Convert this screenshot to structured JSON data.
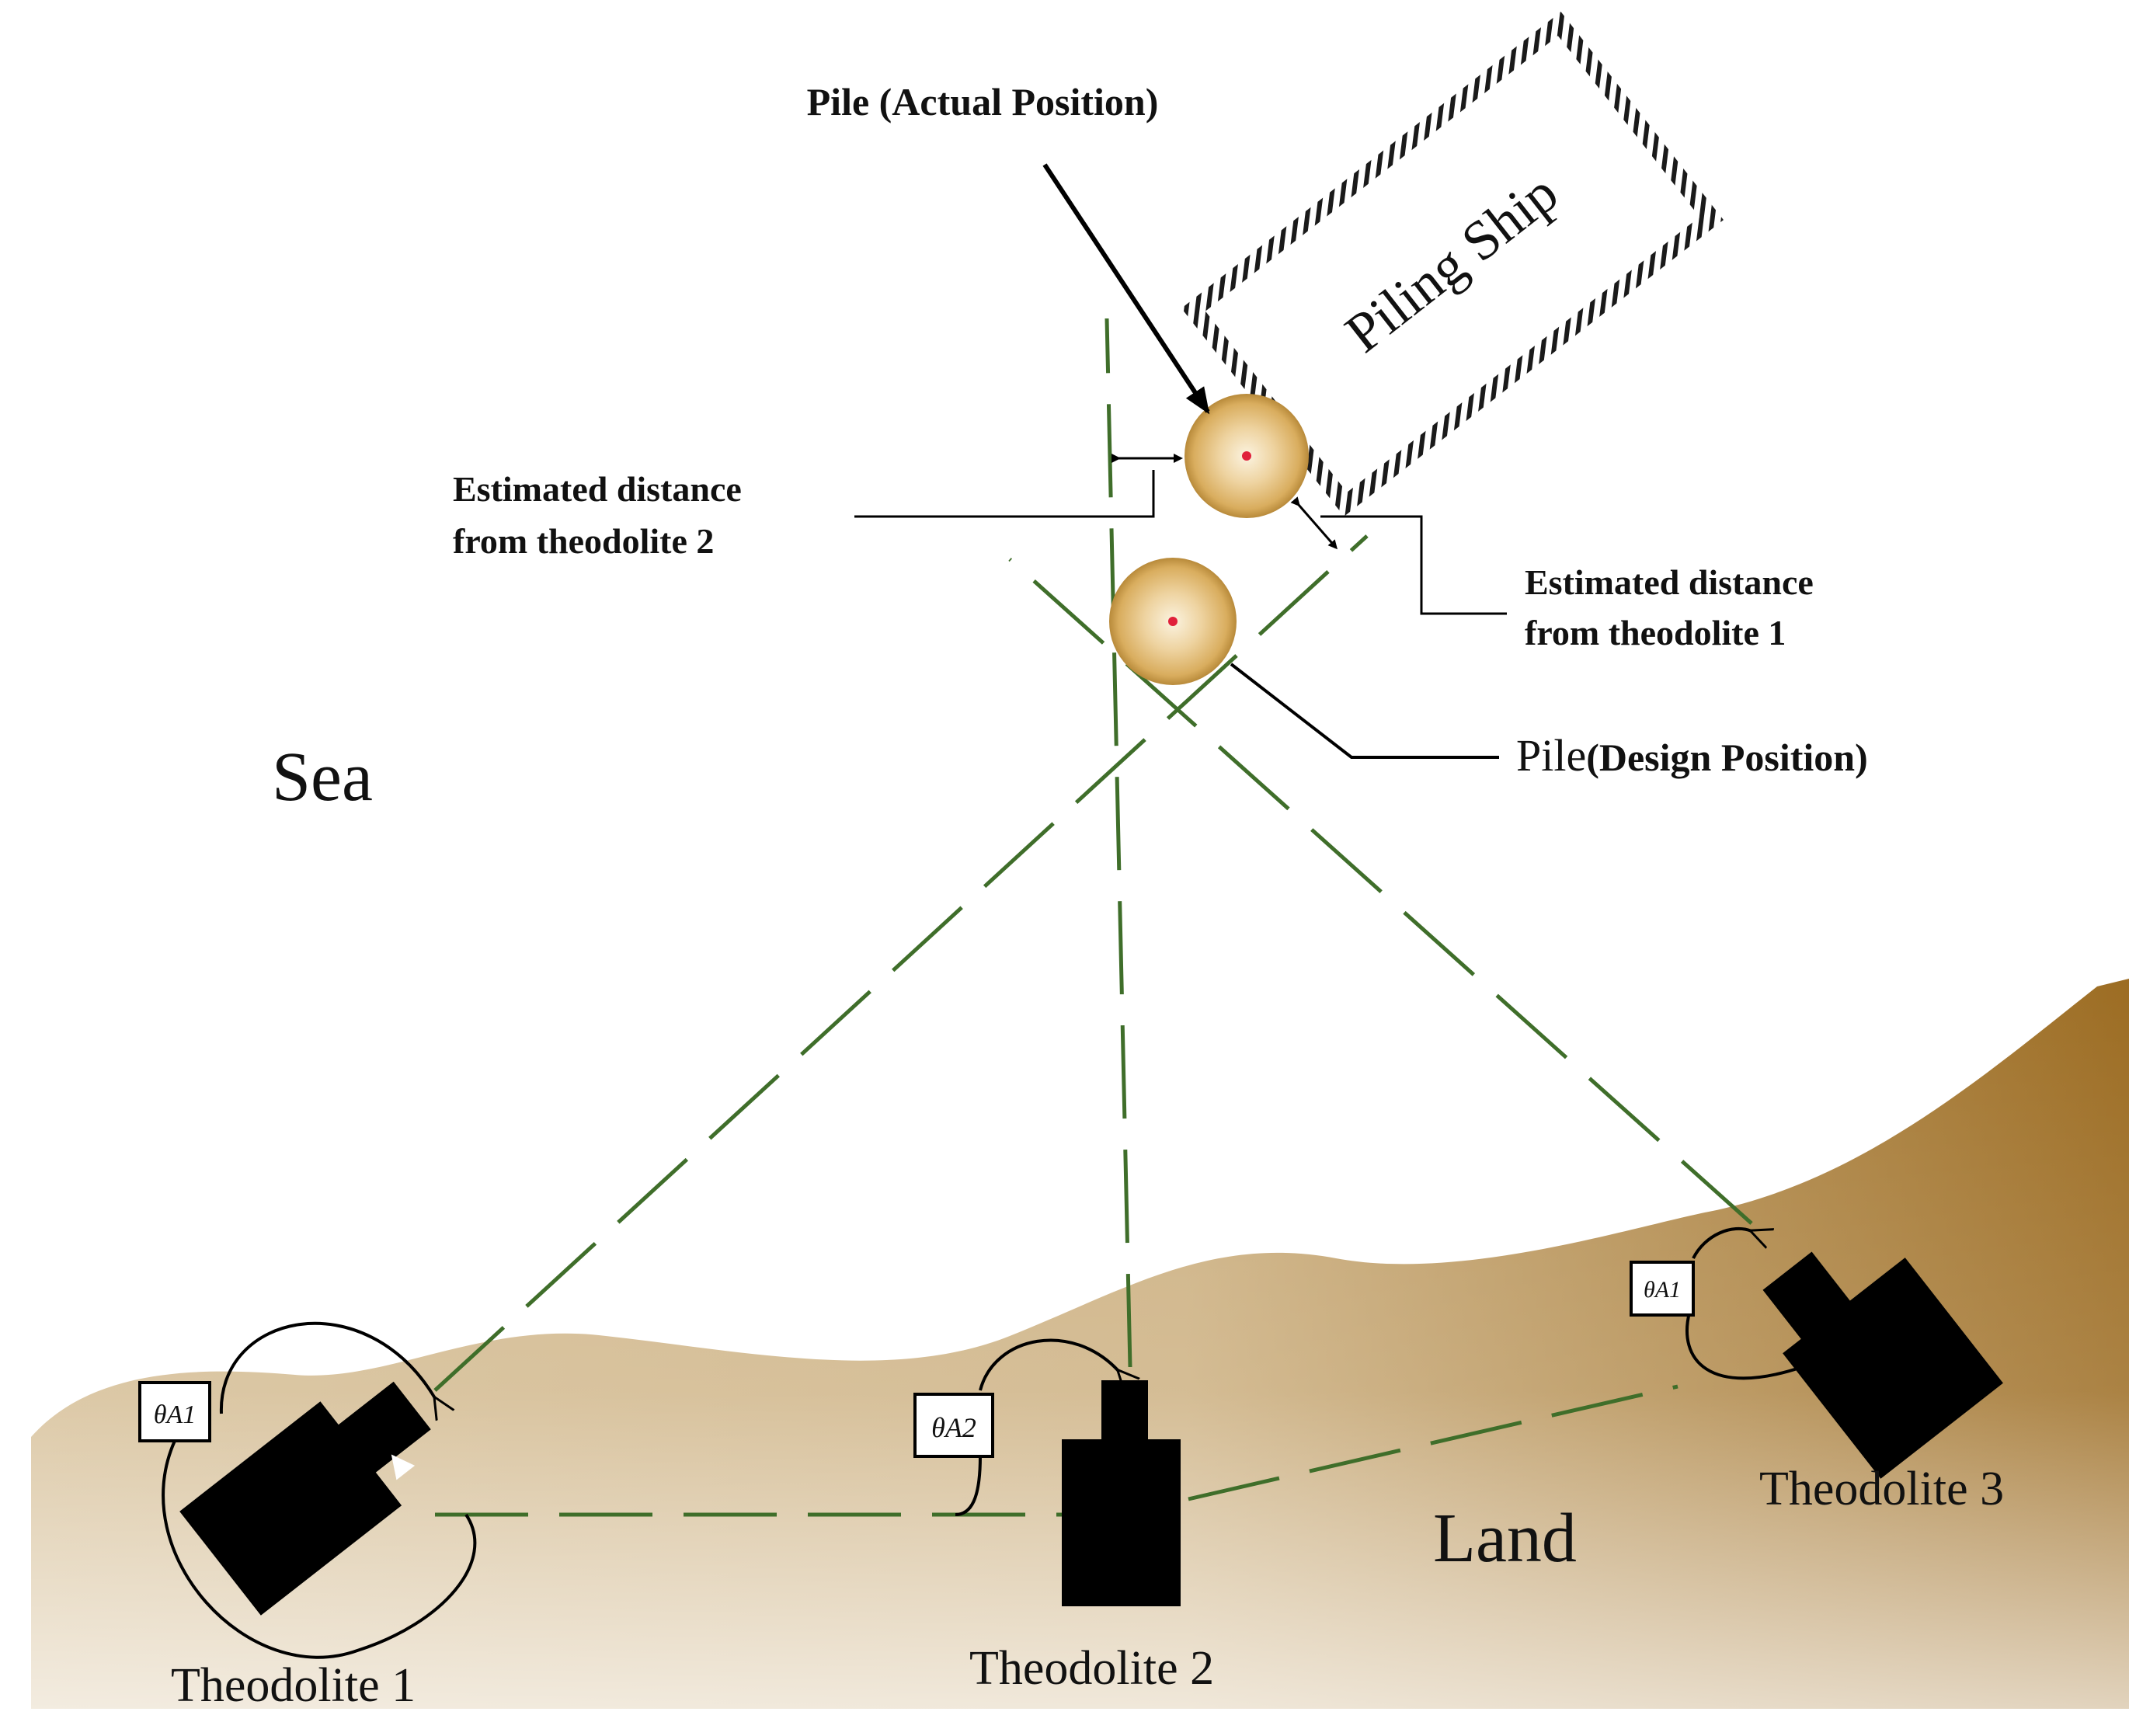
{
  "labels": {
    "pile_actual": "Pile (Actual Position)",
    "piling_ship": "Piling Ship",
    "est_dist_t2_line1": "Estimated distance",
    "est_dist_t2_line2": "from theodolite 2",
    "est_dist_t1_line1": "Estimated distance",
    "est_dist_t1_line2": "from theodolite 1",
    "pile_design": "Pile",
    "pile_design_suffix": "(Design Position)",
    "sea": "Sea",
    "land": "Land",
    "theodolite_1": "Theodolite 1",
    "theodolite_2": "Theodolite 2",
    "theodolite_3": "Theodolite 3",
    "angle_box_1": "θA1",
    "angle_box_2": "θA2",
    "angle_box_3": "θA1"
  },
  "colors": {
    "sight_line": "#3f6e2a",
    "land_light": "#d8c3a0",
    "land_mid": "#c9ab78",
    "land_dark": "#9a6a1e",
    "pile_fill": "#dcb46a",
    "pile_center": "#e0203a",
    "instrument": "#000000"
  }
}
